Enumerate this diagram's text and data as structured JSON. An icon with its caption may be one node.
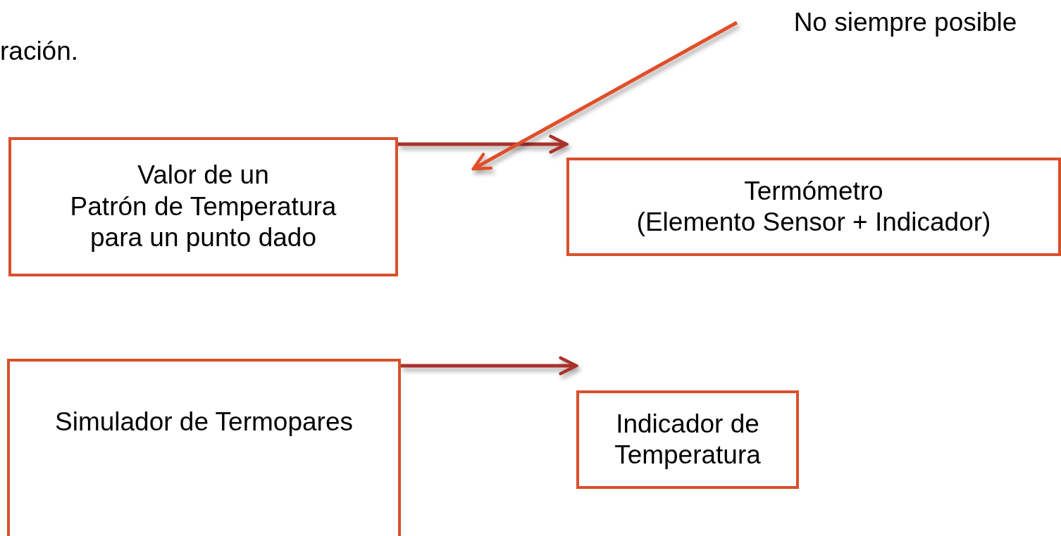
{
  "diagram": {
    "nodes": [
      {
        "text": [
          "Valor de un Patrón de Temperatura para un punto dado"
        ]
      },
      {
        "text": [
          "Termómetro (Elemento Sensor + Indicador)"
        ]
      },
      {
        "text": [
          "Simulador de Termopares"
        ]
      },
      {
        "text": [
          "Indicador de Temperatura"
        ]
      },
      {
        "text": [
          "No siempre posible"
        ]
      }
    ],
    "edges": [
      {
        "from": 0,
        "to": 1,
        "arrow": "to"
      },
      {
        "from": 2,
        "to": 3,
        "arrow": "to"
      },
      {
        "from": 4,
        "to": null,
        "arrow": "to",
        "color": "#e0502a"
      }
    ],
    "labels": [
      "ración."
    ]
  }
}
